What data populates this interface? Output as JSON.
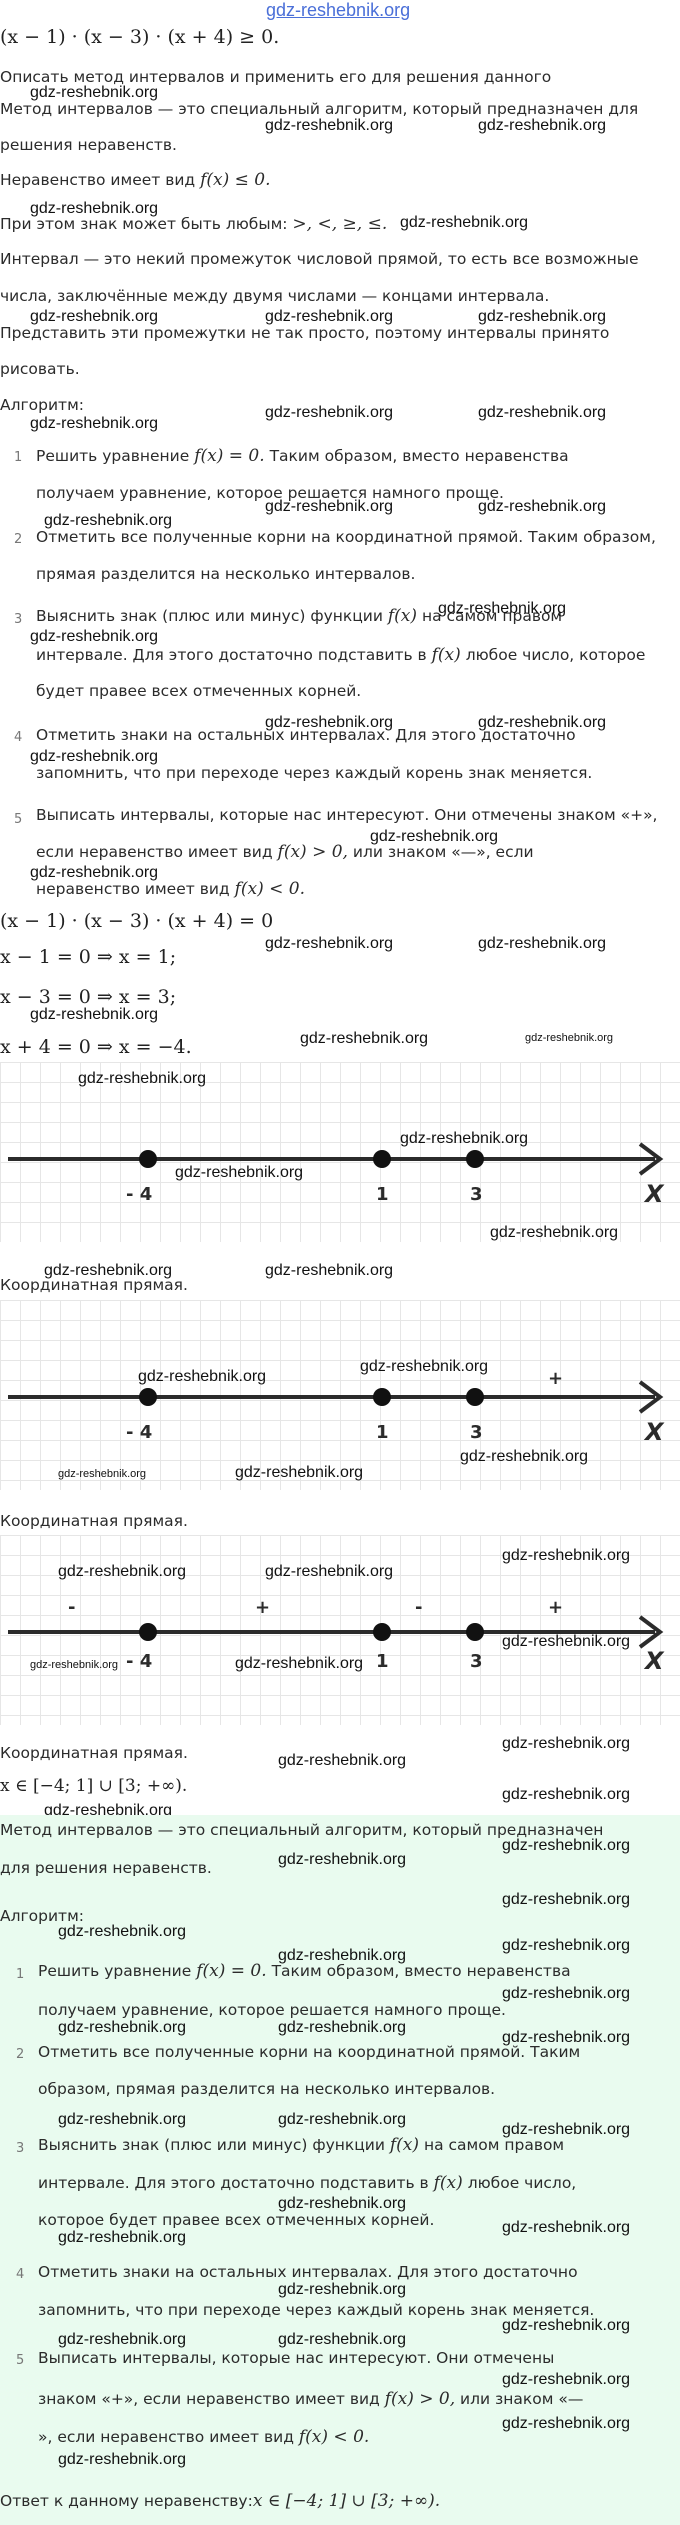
{
  "watermark": "gdz-reshebnik.org",
  "task": {
    "inequality": "(x − 1) · (x − 3) · (x + 4) ≥ 0.",
    "instruction": "Описать метод интервалов и применить его для решения данного"
  },
  "method": {
    "definition_1": "Метод интервалов — это специальный алгоритм, который предназначен для",
    "definition_2": "решения неравенств.",
    "form": "Неравенство имеет вид",
    "form_math": "f(x) ≤ 0.",
    "sign_note": "При этом знак может быть любым:",
    "sign_math": ">, <, ≥, ≤.",
    "interval_1": "Интервал — это некий промежуток числовой прямой, то есть все возможные",
    "interval_2": "числа, заключённые между двумя числами — концами интервала.",
    "interval_3": "Представить эти промежутки не так просто, поэтому интервалы принято",
    "interval_4": "рисовать.",
    "algorithm_label": "Алгоритм:"
  },
  "steps": [
    {
      "num": "1",
      "l1a": "Решить уравнение",
      "l1m": "f(x) = 0.",
      "l1b": "Таким образом, вместо неравенства",
      "l2": "получаем уравнение, которое решается намного проще."
    },
    {
      "num": "2",
      "l1": "Отметить все полученные корни на координатной прямой. Таким образом,",
      "l2": "прямая разделится на несколько интервалов."
    },
    {
      "num": "3",
      "l1a": "Выяснить знак (плюс или минус) функции",
      "l1m": "f(x)",
      "l1b": "на самом правом",
      "l2a": "интервале. Для этого достаточно подставить в",
      "l2m": "f(x)",
      "l2b": "любое число, которое",
      "l3": "будет правее всех отмеченных корней."
    },
    {
      "num": "4",
      "l1": "Отметить знаки на остальных интервалах. Для этого достаточно",
      "l2": "запомнить, что при переходе через каждый корень знак меняется."
    },
    {
      "num": "5",
      "l1": "Выписать интервалы, которые нас интересуют. Они отмечены знаком «+»,",
      "l2a": "если неравенство имеет вид",
      "l2m": "f(x) > 0,",
      "l2b": "или знаком «—», если",
      "l3a": "неравенство имеет вид",
      "l3m": "f(x) < 0."
    }
  ],
  "solution": {
    "eq": "(x − 1) · (x − 3) · (x + 4) = 0",
    "r1": "x − 1 = 0 ⇒ x = 1;",
    "r2": "x − 3 = 0 ⇒ x = 3;",
    "r3": "x + 4 = 0 ⇒ x = −4."
  },
  "number_lines": [
    {
      "labels": [
        "- 4",
        "1",
        "3"
      ],
      "axis_label": "X",
      "signs": [],
      "caption": ""
    },
    {
      "labels": [
        "- 4",
        "1",
        "3"
      ],
      "axis_label": "X",
      "signs": [
        "+"
      ],
      "caption": "Координатная прямая."
    },
    {
      "labels": [
        "- 4",
        "1",
        "3"
      ],
      "axis_label": "X",
      "signs": [
        "-",
        "+",
        "-",
        "+"
      ],
      "caption": "Координатная прямая."
    }
  ],
  "last_caption": "Координатная прямая.",
  "answer_math": "x ∈ [−4; 1] ∪ [3; +∞).",
  "summary": {
    "d1": "Метод интервалов — это специальный алгоритм, который предназначен",
    "d2": "для решения неравенств.",
    "algorithm_label": "Алгоритм:",
    "s1a": "Решить уравнение",
    "s1m": "f(x) = 0.",
    "s1b": "Таким образом, вместо неравенства",
    "s1l2": "получаем уравнение, которое решается намного проще.",
    "s2l1": "Отметить все полученные корни на координатной прямой. Таким",
    "s2l2": "образом, прямая разделится на несколько интервалов.",
    "s3a": "Выяснить знак (плюс или минус) функции",
    "s3m": "f(x)",
    "s3b": "на самом правом",
    "s3l2a": "интервале. Для этого достаточно подставить в",
    "s3l2m": "f(x)",
    "s3l2b": "любое число,",
    "s3l3": "которое будет правее всех отмеченных корней.",
    "s4l1": "Отметить знаки на остальных интервалах. Для этого достаточно",
    "s4l2": "запомнить, что при переходе через каждый корень знак меняется.",
    "s5l1": "Выписать интервалы, которые нас интересуют. Они отмечены",
    "s5l2a": "знаком «+», если неравенство имеет вид",
    "s5l2m": "f(x) > 0,",
    "s5l2b": "или знаком «—",
    "s5l3a": "», если неравенство имеет вид",
    "s5l3m": "f(x) < 0.",
    "answer_label": "Ответ к данному неравенству:",
    "answer_math": "x ∈ [−4; 1] ∪ [3; +∞)."
  }
}
